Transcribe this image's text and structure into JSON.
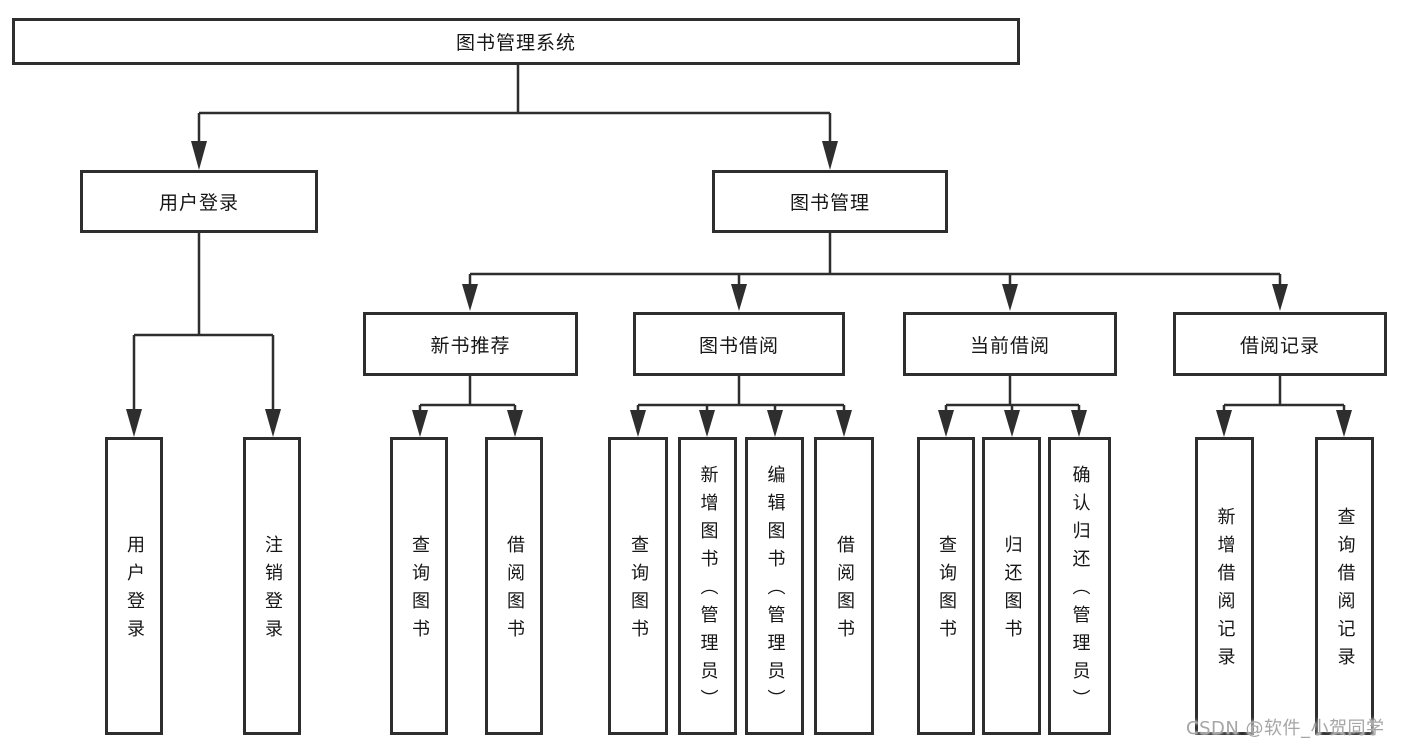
{
  "colors": {
    "stroke": "#2e2e2e",
    "text": "#161616",
    "watermark": "#a6a6a6",
    "background": "#ffffff"
  },
  "watermark": {
    "text": "CSDN @软件_小贺同学"
  },
  "tree": {
    "label": "图书管理系统",
    "children": [
      {
        "label": "用户登录",
        "children": [
          {
            "label": "用户登录"
          },
          {
            "label": "注销登录"
          }
        ]
      },
      {
        "label": "图书管理",
        "children": [
          {
            "label": "新书推荐",
            "children": [
              {
                "label": "查询图书"
              },
              {
                "label": "借阅图书"
              }
            ]
          },
          {
            "label": "图书借阅",
            "children": [
              {
                "label": "查询图书"
              },
              {
                "label": "新增图书（管理员）"
              },
              {
                "label": "编辑图书（管理员）"
              },
              {
                "label": "借阅图书"
              }
            ]
          },
          {
            "label": "当前借阅",
            "children": [
              {
                "label": "查询图书"
              },
              {
                "label": "归还图书"
              },
              {
                "label": "确认归还（管理员）"
              }
            ]
          },
          {
            "label": "借阅记录",
            "children": [
              {
                "label": "新增借阅记录"
              },
              {
                "label": "查询借阅记录"
              }
            ]
          }
        ]
      }
    ]
  }
}
